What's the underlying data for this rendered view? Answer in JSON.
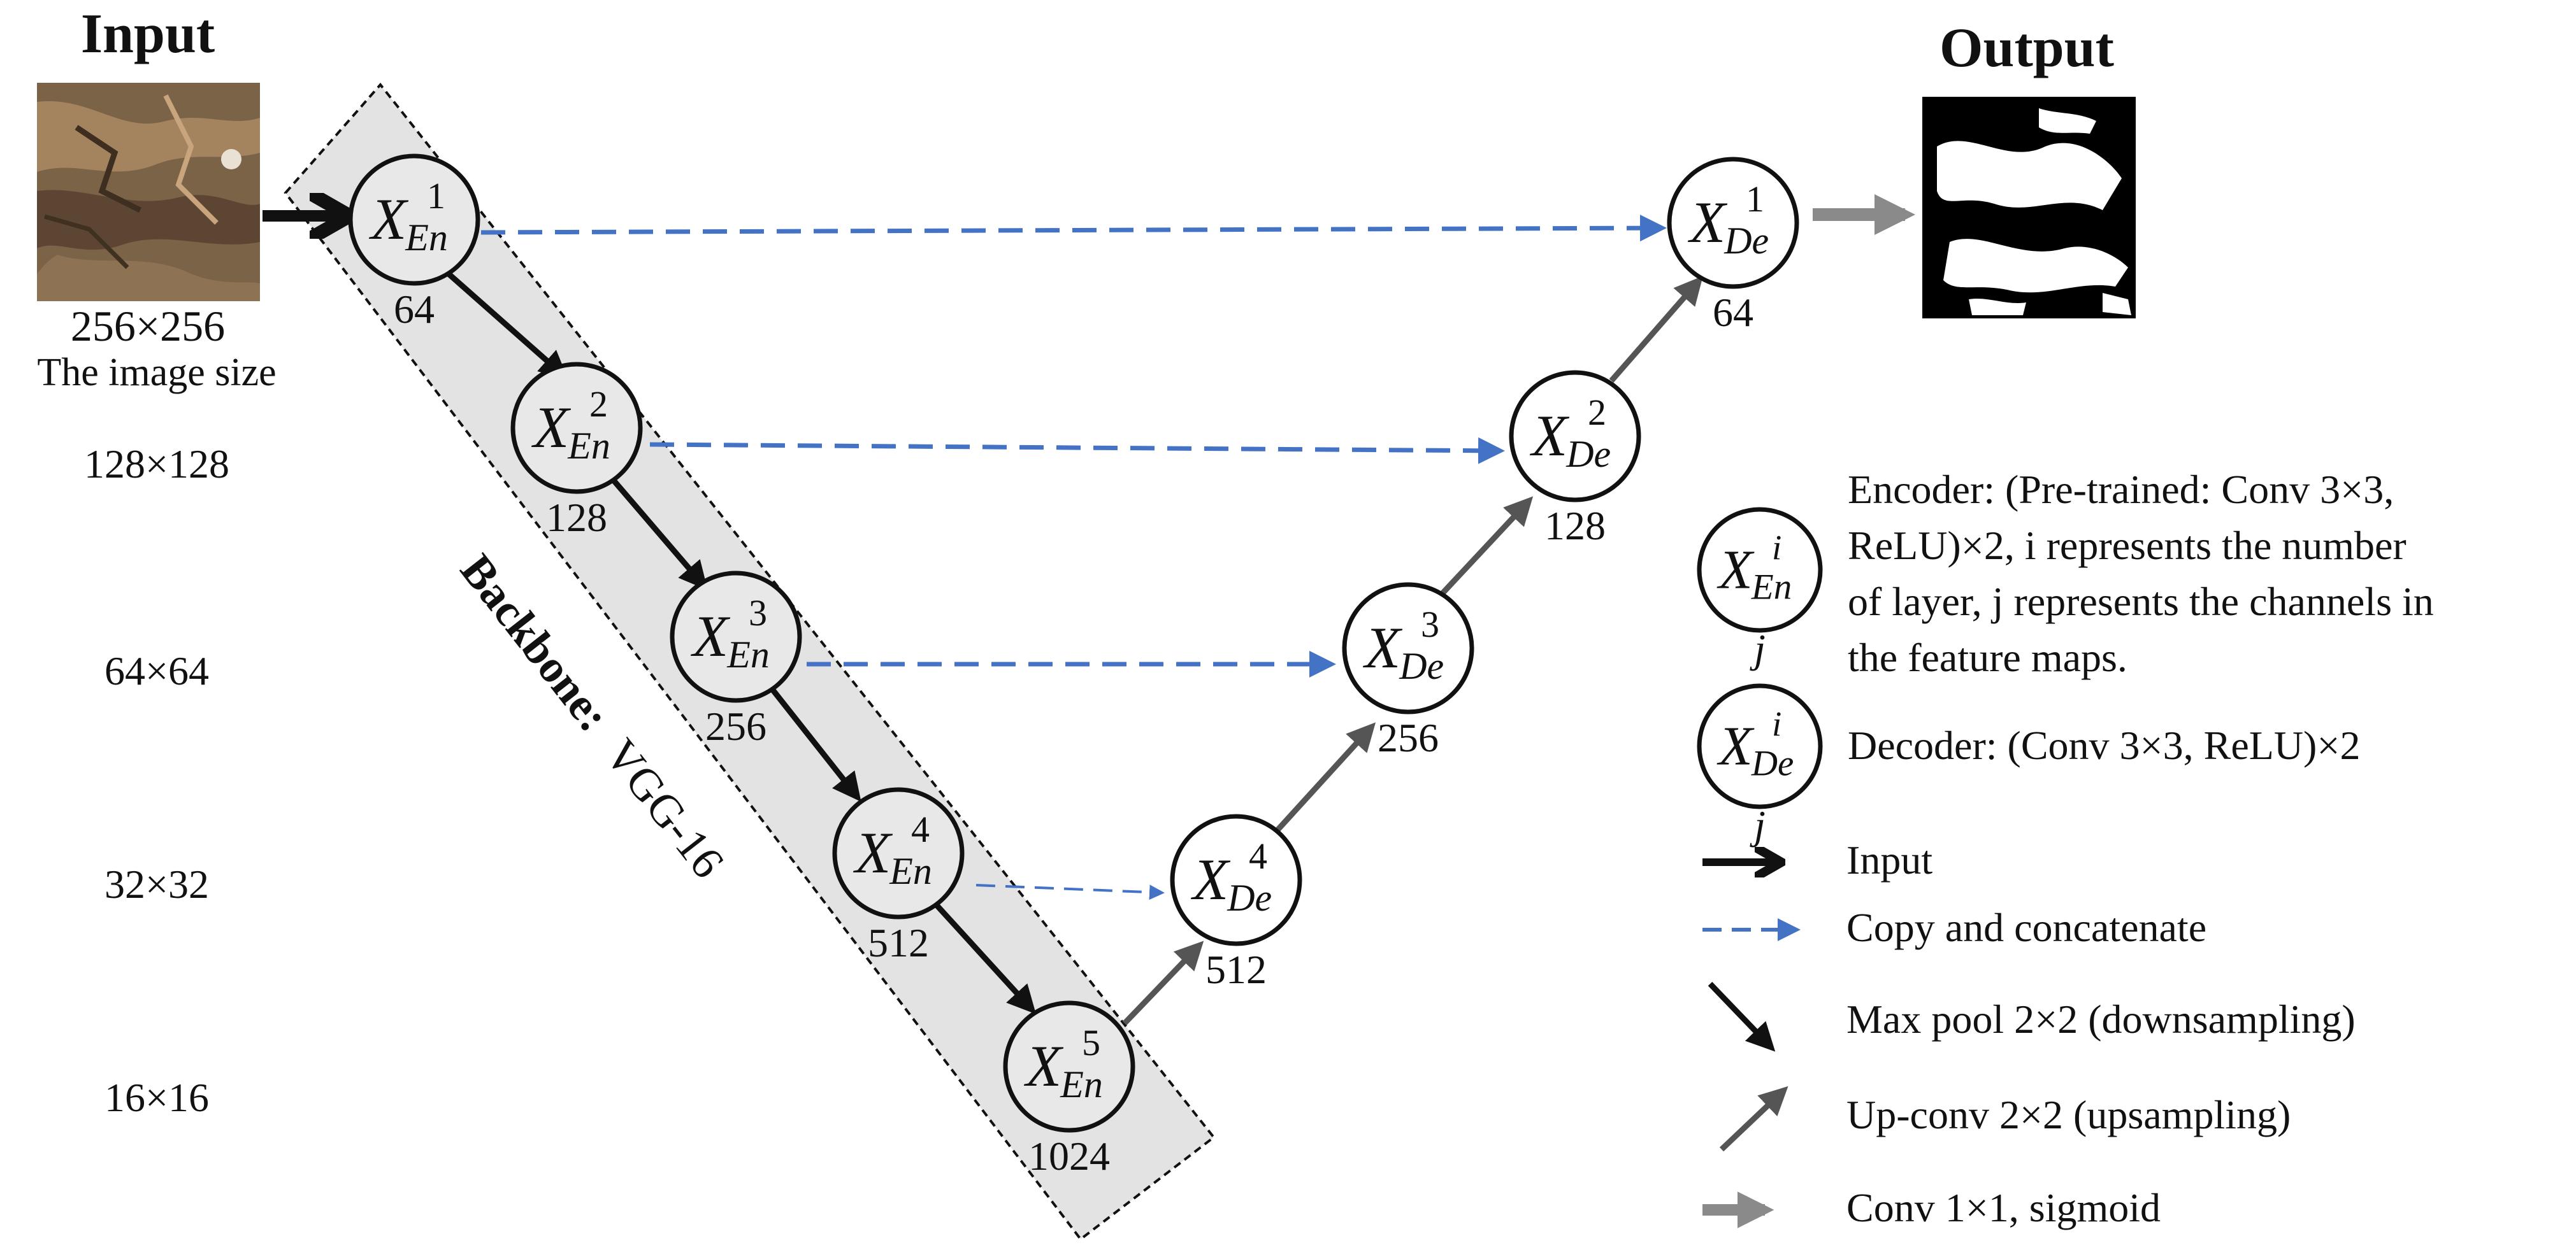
{
  "headings": {
    "input": "Input",
    "output": "Output"
  },
  "input_image": {
    "size_label": "256×256",
    "caption": "The image size"
  },
  "scale_labels": [
    "128×128",
    "64×64",
    "32×32",
    "16×16"
  ],
  "backbone_label": {
    "prefix": "Backbone:",
    "name": "VGG-16"
  },
  "encoder_nodes": [
    {
      "sym": "X",
      "sub": "En",
      "sup": "1",
      "channels": "64"
    },
    {
      "sym": "X",
      "sub": "En",
      "sup": "2",
      "channels": "128"
    },
    {
      "sym": "X",
      "sub": "En",
      "sup": "3",
      "channels": "256"
    },
    {
      "sym": "X",
      "sub": "En",
      "sup": "4",
      "channels": "512"
    },
    {
      "sym": "X",
      "sub": "En",
      "sup": "5",
      "channels": "1024"
    }
  ],
  "decoder_nodes": [
    {
      "sym": "X",
      "sub": "De",
      "sup": "1",
      "channels": "64"
    },
    {
      "sym": "X",
      "sub": "De",
      "sup": "2",
      "channels": "128"
    },
    {
      "sym": "X",
      "sub": "De",
      "sup": "3",
      "channels": "256"
    },
    {
      "sym": "X",
      "sub": "De",
      "sup": "4",
      "channels": "512"
    }
  ],
  "legend": {
    "encoder_symbol": {
      "sym": "X",
      "sub": "En",
      "sup": "i",
      "below": "j"
    },
    "decoder_symbol": {
      "sym": "X",
      "sub": "De",
      "sup": "i",
      "below": "j"
    },
    "encoder_text": [
      "Encoder: (Pre-trained: Conv 3×3,",
      "ReLU)×2, i represents the number",
      "of layer, j represents the channels in",
      "the feature maps."
    ],
    "decoder_text": "Decoder: (Conv 3×3, ReLU)×2",
    "input": "Input",
    "copy": "Copy and concatenate",
    "maxpool": "Max pool 2×2 (downsampling)",
    "upconv": "Up-conv  2×2 (upsampling)",
    "conv1x1": "Conv 1×1, sigmoid"
  },
  "colors": {
    "black": "#111111",
    "dark_gray_arrow": "#555555",
    "light_gray_arrow": "#8a8a8a",
    "copy_blue": "#4472c4",
    "backbone_fill": "#e3e3e3"
  }
}
